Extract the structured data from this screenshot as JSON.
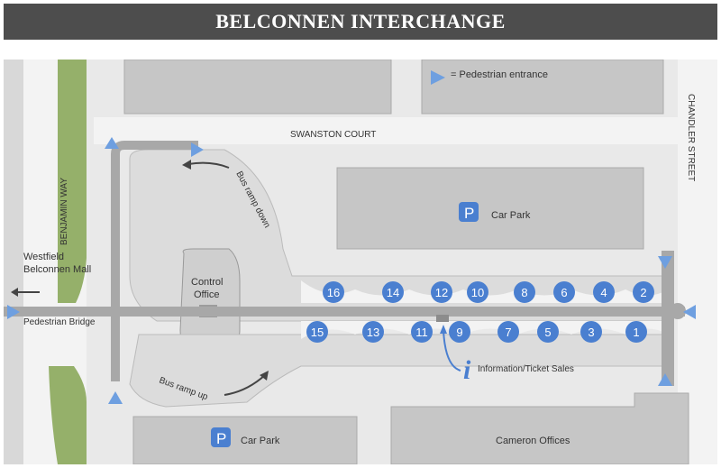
{
  "title": "BELCONNEN INTERCHANGE",
  "legend": {
    "label": "= Pedestrian entrance"
  },
  "streets": {
    "swanston": "SWANSTON COURT",
    "chandler": "CHANDLER STREET",
    "benjamin": "BENJAMIN WAY"
  },
  "labels": {
    "westfield": "Westfield",
    "belconnen_mall": "Belconnen Mall",
    "pedestrian_bridge": "Pedestrian Bridge",
    "control": "Control",
    "office": "Office",
    "bus_ramp_down": "Bus ramp down",
    "bus_ramp_up": "Bus ramp up",
    "info_sales": "Information/Ticket Sales",
    "car_park": "Car Park",
    "car_park_symbol": "P",
    "cameron_offices": "Cameron Offices",
    "info_symbol": "i"
  },
  "stops_north": [
    "16",
    "14",
    "12",
    "10",
    "8",
    "6",
    "4",
    "2"
  ],
  "stops_south": [
    "15",
    "13",
    "11",
    "9",
    "7",
    "5",
    "3",
    "1"
  ],
  "colors": {
    "stop_blue": "#4a7fd0",
    "entrance_blue": "#6e9fe0",
    "green_verge": "#95b06a",
    "building_gray": "#c6c6c6",
    "road": "#f2f2f2",
    "bridge": "#a8a8a8"
  }
}
